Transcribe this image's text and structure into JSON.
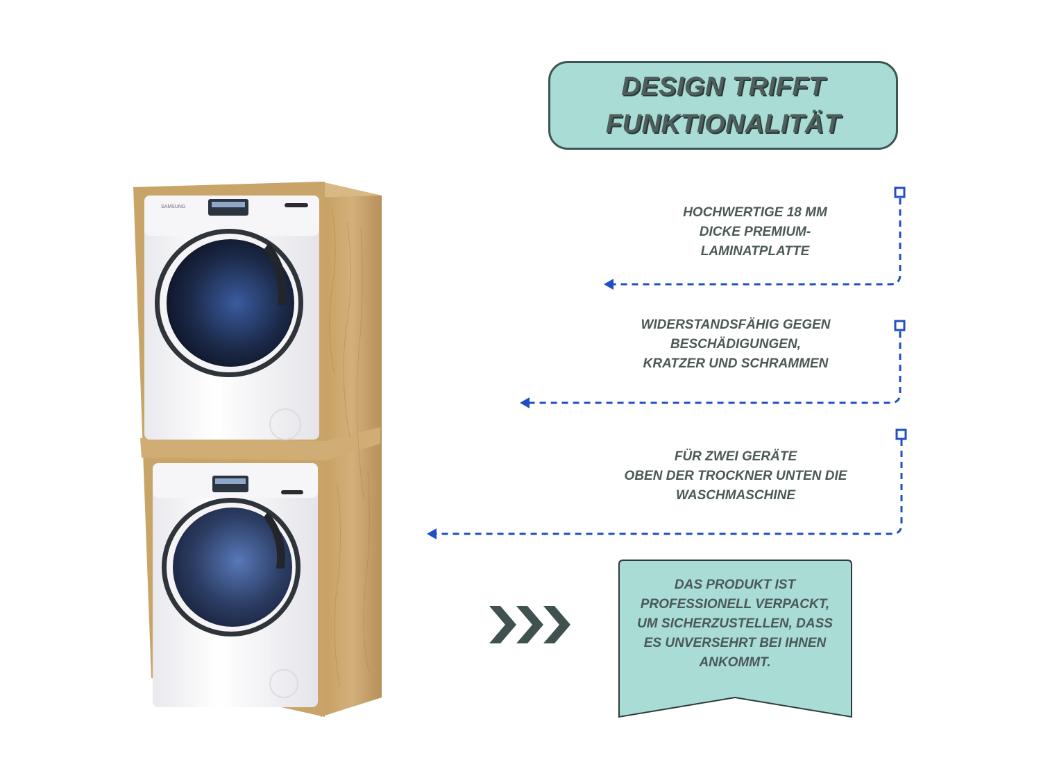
{
  "headline": {
    "line1": "DESIGN TRIFFT",
    "line2": "FUNKTIONALITÄT"
  },
  "features": [
    {
      "lines": [
        "HOCHWERTIGE 18 MM",
        "DICKE PREMIUM-",
        "LAMINATPLATTE"
      ]
    },
    {
      "lines": [
        "WIDERSTANDSFÄHIG GEGEN",
        "BESCHÄDIGUNGEN,",
        "KRATZER UND SCHRAMMEN"
      ]
    },
    {
      "lines": [
        "FÜR ZWEI GERÄTE",
        "OBEN DER TROCKNER UNTEN DIE",
        "WASCHMASCHINE"
      ]
    }
  ],
  "packaging": {
    "lines": [
      "DAS PRODUKT IST",
      "PROFESSIONELL VERPACKT,",
      "UM SICHERZUSTELLEN, DASS",
      "ES UNVERSEHRT BEI IHNEN",
      "ANKOMMT."
    ]
  },
  "product_image": {
    "brand_label": "SAMSUNG",
    "machine_icons": [
      "washing-machine-icon",
      "dryer-icon"
    ]
  },
  "colors": {
    "teal_box": "#a8dcd5",
    "box_border": "#3c5452",
    "text": "#4a5856",
    "arrow_blue": "#1f4fc2",
    "chevron": "#3f5250",
    "wood": "#c9a468"
  }
}
